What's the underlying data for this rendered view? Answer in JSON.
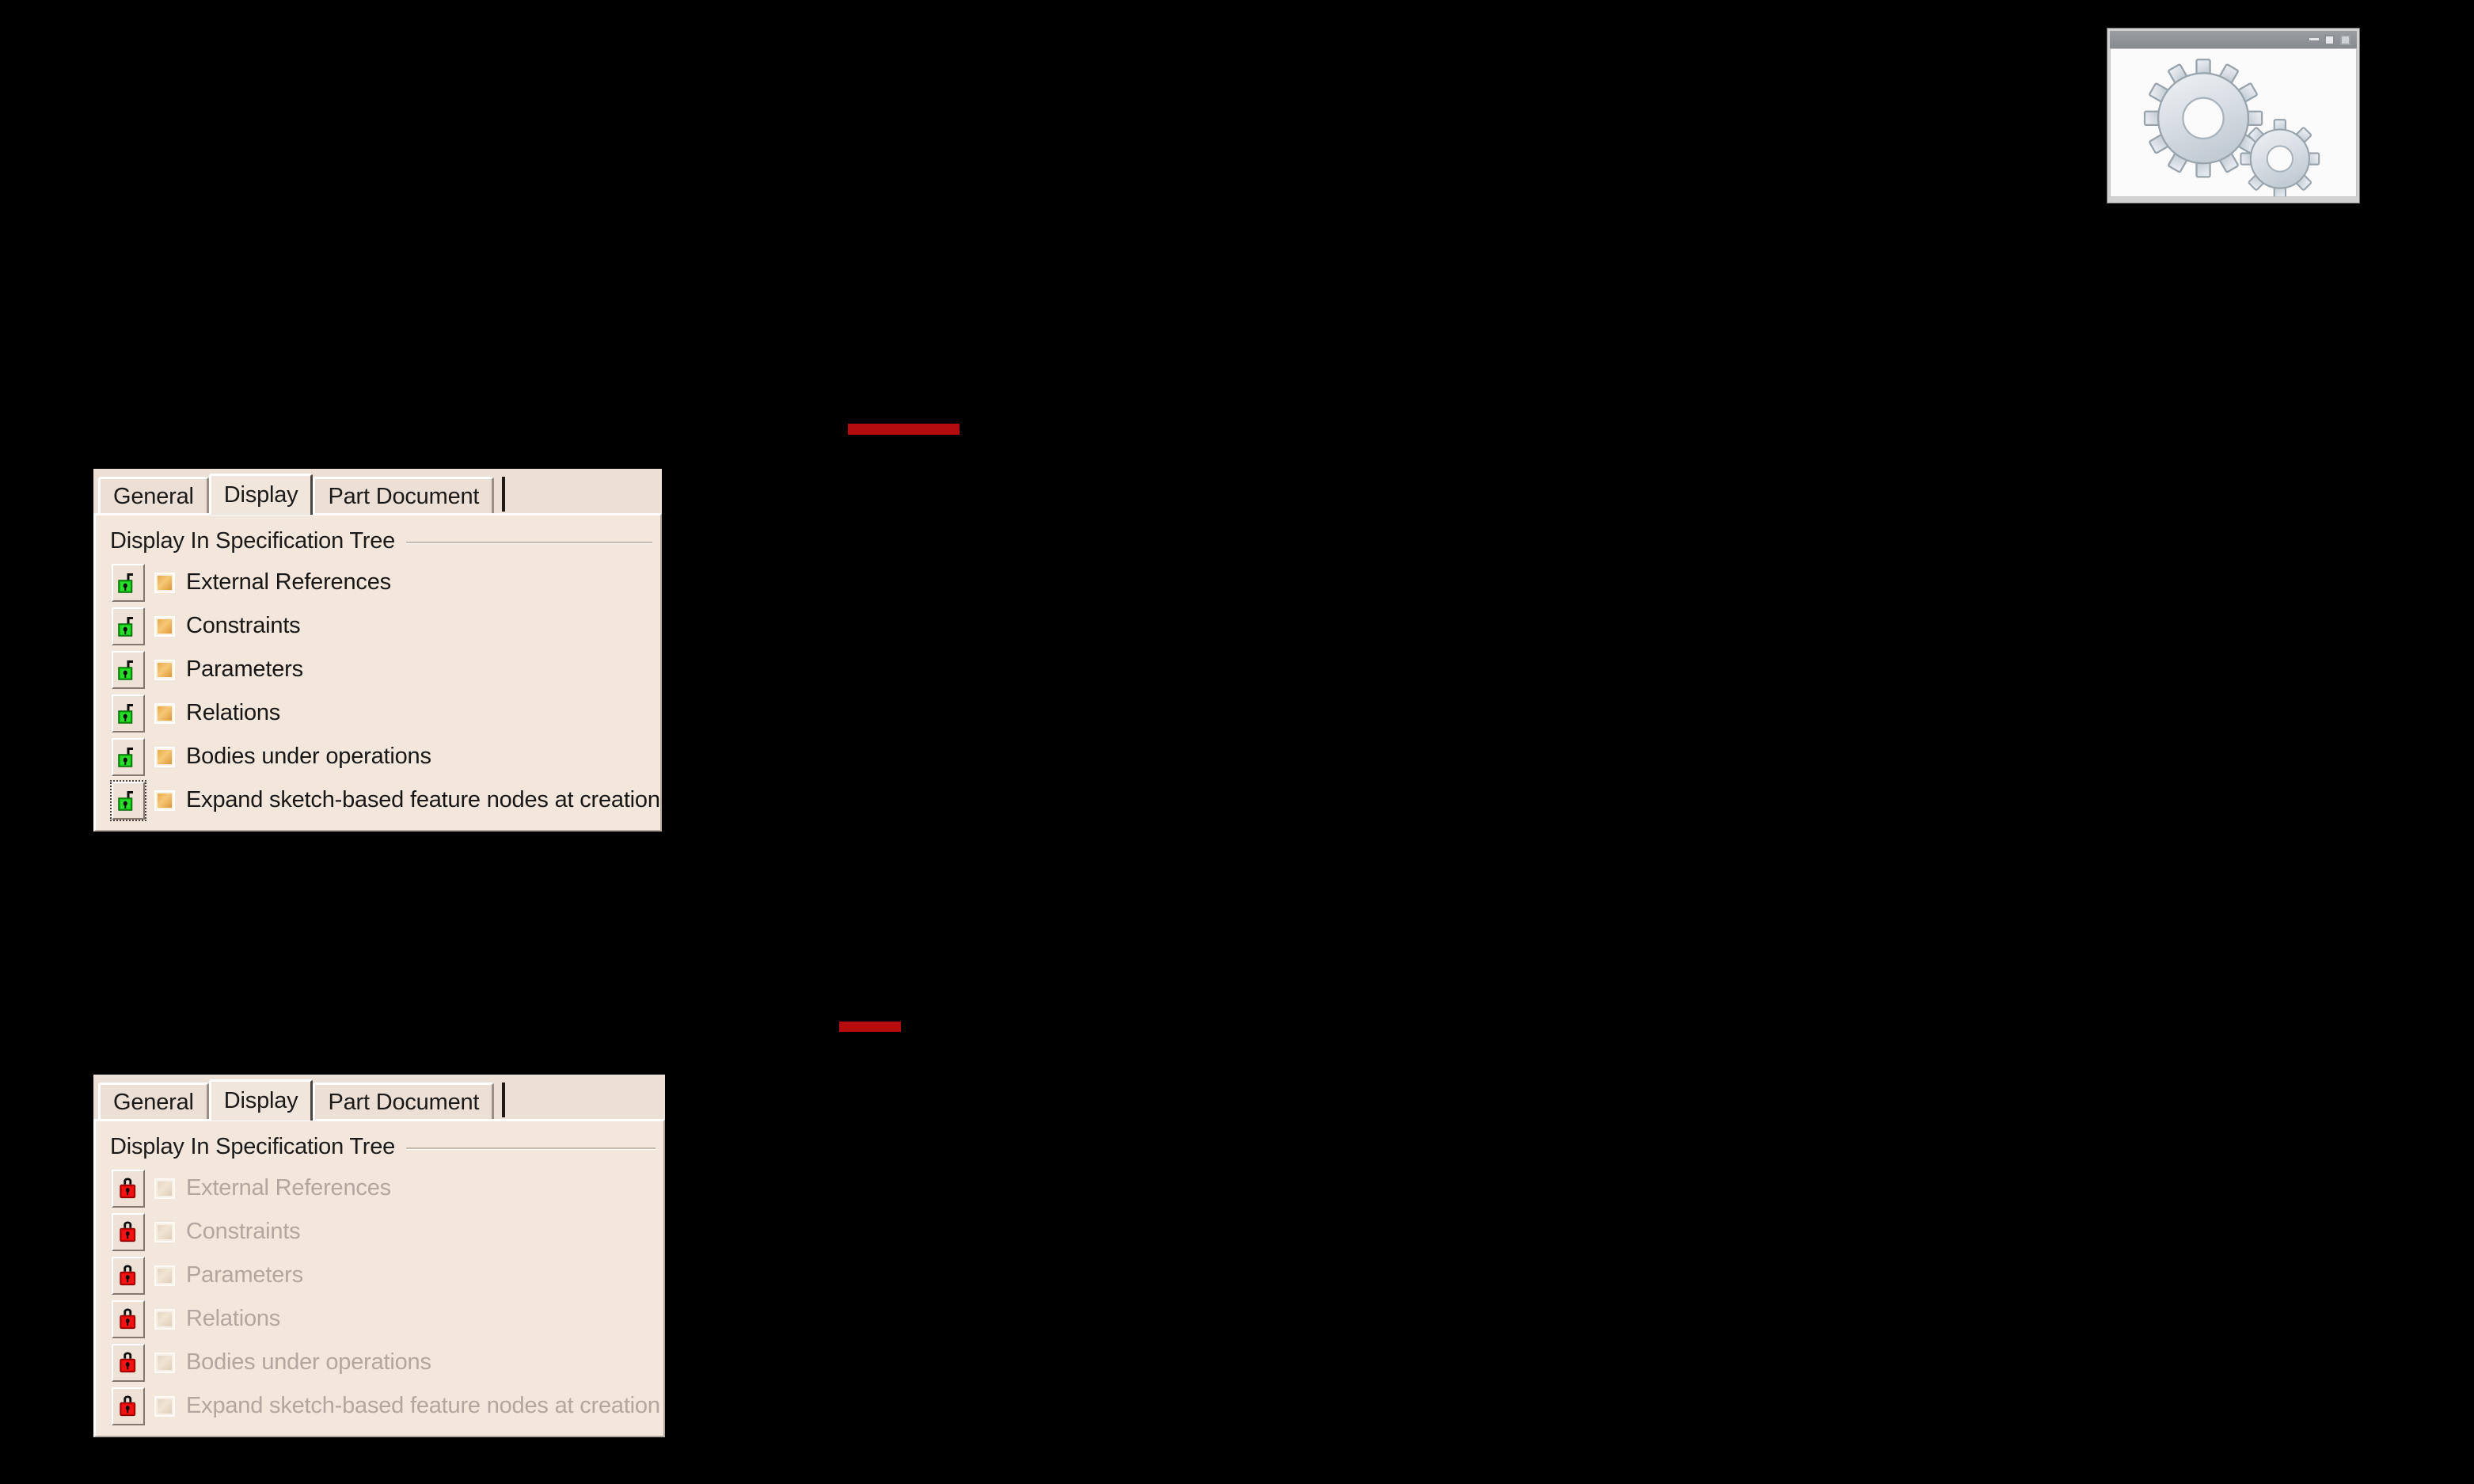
{
  "background_color": "#000000",
  "accent_redaction_color": "#b50d0d",
  "panel_background_color": "#f3e6db",
  "panels": [
    {
      "id": "panel-enabled",
      "state": "unlocked",
      "tabs": [
        {
          "label": "General",
          "selected": false
        },
        {
          "label": "Display",
          "selected": true
        },
        {
          "label": "Part Document",
          "selected": false
        }
      ],
      "group_title": "Display In Specification Tree",
      "options": [
        {
          "label": "External References",
          "lock_icon": "padlock-open-green-icon",
          "tree_icon": "tree-node-orange-icon",
          "enabled": true,
          "focused": false
        },
        {
          "label": "Constraints",
          "lock_icon": "padlock-open-green-icon",
          "tree_icon": "tree-node-orange-icon",
          "enabled": true,
          "focused": false
        },
        {
          "label": "Parameters",
          "lock_icon": "padlock-open-green-icon",
          "tree_icon": "tree-node-orange-icon",
          "enabled": true,
          "focused": false
        },
        {
          "label": "Relations",
          "lock_icon": "padlock-open-green-icon",
          "tree_icon": "tree-node-orange-icon",
          "enabled": true,
          "focused": false
        },
        {
          "label": "Bodies under operations",
          "lock_icon": "padlock-open-green-icon",
          "tree_icon": "tree-node-orange-icon",
          "enabled": true,
          "focused": false
        },
        {
          "label": "Expand sketch-based feature nodes at creation",
          "lock_icon": "padlock-open-green-icon",
          "tree_icon": "tree-node-orange-icon",
          "enabled": true,
          "focused": true
        }
      ]
    },
    {
      "id": "panel-locked",
      "state": "locked",
      "tabs": [
        {
          "label": "General",
          "selected": false
        },
        {
          "label": "Display",
          "selected": true
        },
        {
          "label": "Part Document",
          "selected": false
        }
      ],
      "group_title": "Display In Specification Tree",
      "options": [
        {
          "label": "External References",
          "lock_icon": "padlock-closed-red-icon",
          "tree_icon": "tree-node-orange-disabled-icon",
          "enabled": false,
          "focused": false
        },
        {
          "label": "Constraints",
          "lock_icon": "padlock-closed-red-icon",
          "tree_icon": "tree-node-orange-disabled-icon",
          "enabled": false,
          "focused": false
        },
        {
          "label": "Parameters",
          "lock_icon": "padlock-closed-red-icon",
          "tree_icon": "tree-node-orange-disabled-icon",
          "enabled": false,
          "focused": false
        },
        {
          "label": "Relations",
          "lock_icon": "padlock-closed-red-icon",
          "tree_icon": "tree-node-orange-disabled-icon",
          "enabled": false,
          "focused": false
        },
        {
          "label": "Bodies under operations",
          "lock_icon": "padlock-closed-red-icon",
          "tree_icon": "tree-node-orange-disabled-icon",
          "enabled": false,
          "focused": false
        },
        {
          "label": "Expand sketch-based feature nodes at creation",
          "lock_icon": "padlock-closed-red-icon",
          "tree_icon": "tree-node-orange-disabled-icon",
          "enabled": false,
          "focused": false
        }
      ]
    }
  ],
  "redactions": [
    {
      "id": "redaction-top",
      "color": "#b50d0d"
    },
    {
      "id": "redaction-bottom",
      "color": "#b50d0d"
    }
  ],
  "gear_window": {
    "icon": "two-gears-icon",
    "controls": [
      "minimize-button",
      "maximize-button",
      "close-button"
    ]
  }
}
